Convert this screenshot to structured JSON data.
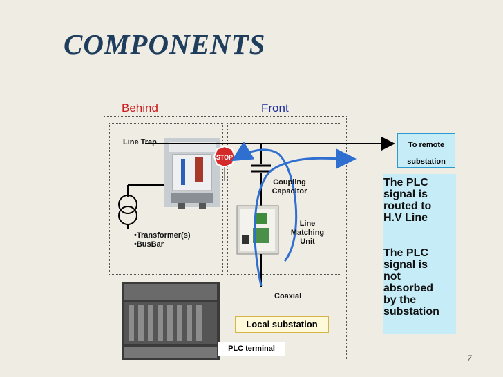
{
  "title": "COMPONENTS",
  "labels": {
    "behind": "Behind",
    "front": "Front",
    "line_trap": "Line Trap",
    "transformer": "•Transformer(s)",
    "busbar": "•BusBar",
    "coupling_line1": "Coupling",
    "coupling_line2": "Capacitor",
    "lmu_line1": "Line",
    "lmu_line2": "Matching",
    "lmu_line3": "Unit",
    "coaxial": "Coaxial",
    "stop_sign": "STOP"
  },
  "remote": {
    "line1": "To remote",
    "line2": "substation"
  },
  "info": {
    "para1": " The PLC\nsignal is\nrouted to\nH.V Line",
    "para2": " The PLC\nsignal is\nnot\nabsorbed\nby the\nsubstation"
  },
  "local_substation": "Local substation",
  "plc_terminal": "PLC  terminal",
  "page_number": "7",
  "colors": {
    "title": "#1f3d5c",
    "behind": "#cc1b1b",
    "front": "#1b2b9c",
    "signal_path": "#2f6fd0",
    "info_bg": "#c6ecf8"
  }
}
